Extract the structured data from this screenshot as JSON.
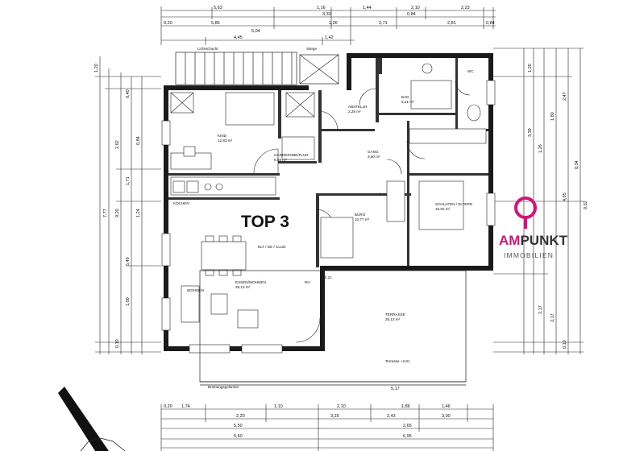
{
  "plan": {
    "title": "TOP 3",
    "logo": {
      "part1": "AM",
      "part2": "PUNKT",
      "subtitle": "IMMOBILIEN",
      "color": "#d1157a"
    },
    "rooms": [
      {
        "key": "kind",
        "name": "KIND",
        "area": "12,93 m²"
      },
      {
        "key": "garderobe",
        "name": "GARDEROBE/FLUR",
        "area": "6,59 m²"
      },
      {
        "key": "abstell",
        "name": "ABSTELLR.",
        "area": "2,28 m²"
      },
      {
        "key": "bad",
        "name": "BAD",
        "area": "8,21 m²"
      },
      {
        "key": "wc",
        "name": "WC",
        "area": ""
      },
      {
        "key": "gang",
        "name": "GANG",
        "area": "3,50 m²"
      },
      {
        "key": "buero",
        "name": "BÜRO",
        "area": "10,77 m²"
      },
      {
        "key": "schlafen",
        "name": "SCHLAFEN / ELTERN",
        "area": "16,92 m²"
      },
      {
        "key": "kochen",
        "name": "KOCHEN",
        "area": ""
      },
      {
        "key": "wohnen",
        "name": "ESSEN/WOHNEN",
        "area": "29,13 m²"
      },
      {
        "key": "wohnen2",
        "name": "WOHNEN",
        "area": ""
      },
      {
        "key": "terrasse",
        "name": "TERRASSE",
        "area": "25,13 m²"
      },
      {
        "key": "terrasse_note",
        "name": "Terrasse +2,81",
        "area": ""
      }
    ],
    "dims_top": [
      "5,63",
      "1,16",
      "1,44",
      "2,10",
      "2,23",
      "3,33",
      "0,84",
      "5,86",
      "1,26",
      "2,71",
      "2,81",
      "0,84",
      "5,04",
      "4,45",
      "1,42",
      "0,20"
    ],
    "dims_bottom": [
      "1,74",
      "1,10",
      "2,10",
      "1,86",
      "1,46",
      "2,20",
      "3,25",
      "2,43",
      "3,00",
      "5,50",
      "2,65",
      "5,60",
      "6,95",
      "5,17",
      "0,20"
    ],
    "dims_left": [
      "1,20",
      "0,40",
      "2,62",
      "0,84",
      "1,71",
      "9,20",
      "7,77",
      "1,24",
      "5,49",
      "1,00",
      "0,10"
    ],
    "dims_right": [
      "1,20",
      "2,47",
      "1,80",
      "1,26",
      "3,39",
      "4,95",
      "8,34",
      "9,52",
      "2,17",
      "2,17",
      "0,10"
    ],
    "labels_misc": [
      "Lichtschacht",
      "Stiege",
      "RH",
      "Brüstungsgeländer",
      "ELT / DE / CLUD",
      "+0,21"
    ]
  }
}
